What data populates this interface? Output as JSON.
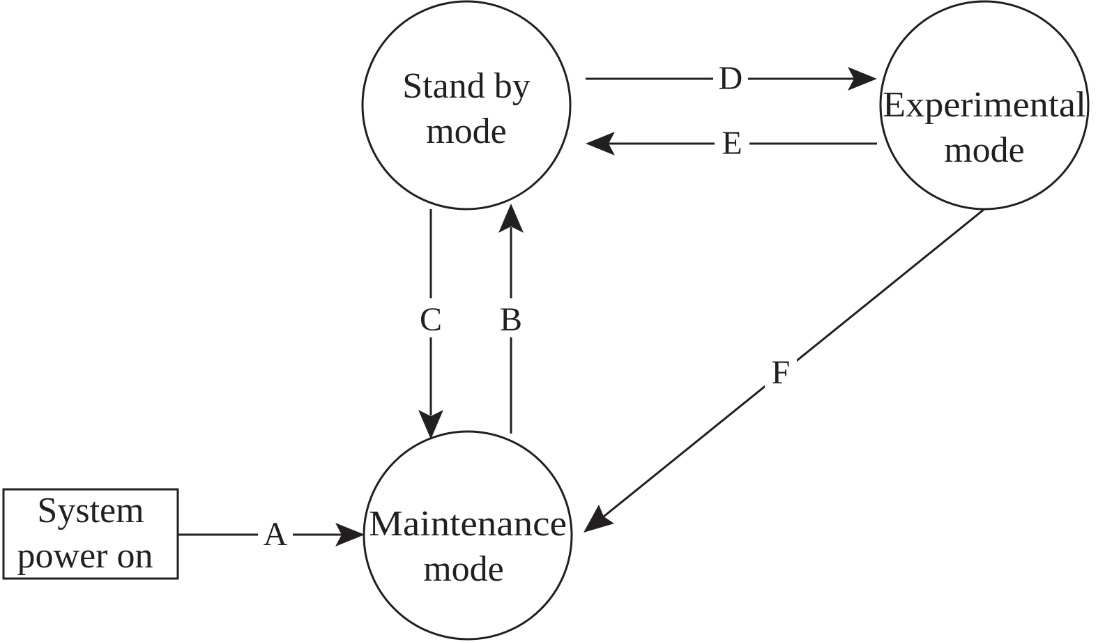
{
  "nodes": {
    "standby": {
      "line1": "Stand by",
      "line2": "mode"
    },
    "experimental": {
      "line1": "Experimental",
      "line2": "mode"
    },
    "maintenance": {
      "line1": "Maintenance",
      "line2": "mode"
    },
    "power": {
      "line1": "System",
      "line2": "power on"
    }
  },
  "edges": {
    "a": "A",
    "b": "B",
    "c": "C",
    "d": "D",
    "e": "E",
    "f": "F"
  },
  "colors": {
    "stroke": "#231f20",
    "background": "#ffffff"
  }
}
